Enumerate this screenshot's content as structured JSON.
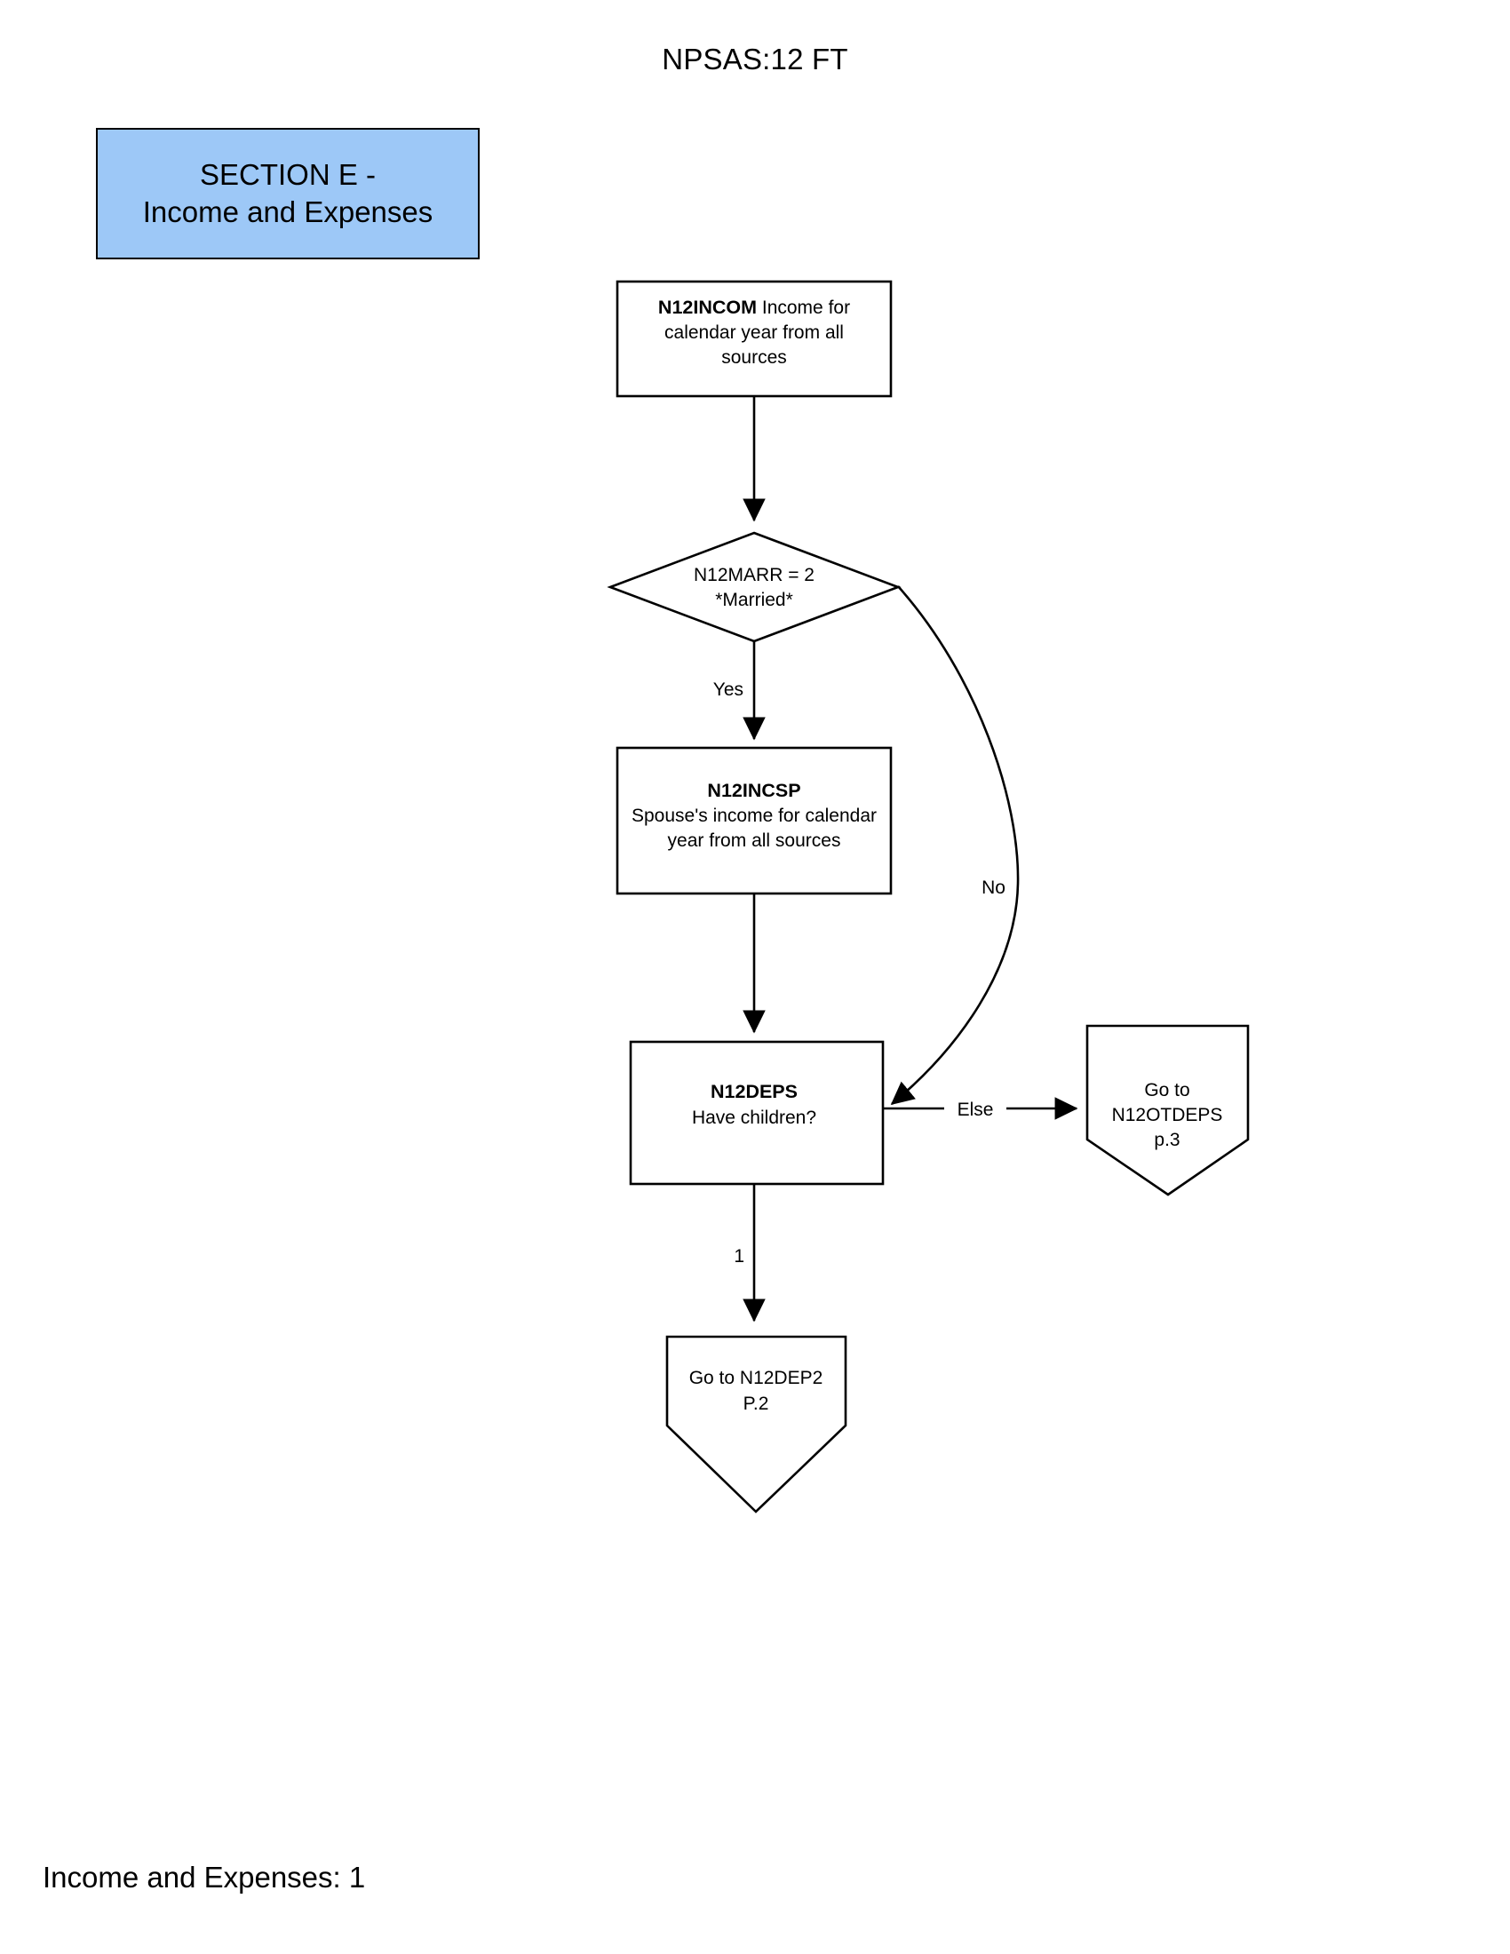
{
  "document": {
    "header_title": "NPSAS:12 FT",
    "footer": "Income and Expenses: 1"
  },
  "section_banner": {
    "line1": "SECTION E -",
    "line2": "Income and Expenses",
    "fill_color": "#9DC8F7",
    "border_color": "#000000"
  },
  "palette": {
    "process_fill": "#FFFFFF",
    "decision_fill": "#BFBFBF",
    "terminator_fill": "#BFBFBF",
    "stroke": "#000000"
  },
  "flowchart": {
    "type": "flowchart",
    "nodes": [
      {
        "id": "N12INCOM",
        "shape": "process",
        "code": "N12INCOM",
        "text": "Income for",
        "lines": [
          "N12INCOM Income for",
          "calendar year from all",
          "sources"
        ],
        "line1_bold": "N12INCOM",
        "line1_rest": " Income for",
        "line2": "calendar year from all",
        "line3": "sources"
      },
      {
        "id": "N12MARR",
        "shape": "decision",
        "line1": "N12MARR = 2",
        "line2": "*Married*"
      },
      {
        "id": "N12INCSP",
        "shape": "process",
        "line1": "N12INCSP",
        "line2": "Spouse's income for calendar",
        "line3": "year from all sources"
      },
      {
        "id": "N12DEPS",
        "shape": "process",
        "line1": "N12DEPS",
        "line2": "Have children?"
      },
      {
        "id": "N12OTDEPS_GOTO",
        "shape": "terminator",
        "line1": "Go to",
        "line2": "N12OTDEPS",
        "line3": "p.3"
      },
      {
        "id": "N12DEP2_GOTO",
        "shape": "terminator",
        "line1": "Go to N12DEP2",
        "line2": "P.2"
      }
    ],
    "edges": [
      {
        "from": "N12INCOM",
        "to": "N12MARR",
        "label": ""
      },
      {
        "from": "N12MARR",
        "to": "N12INCSP",
        "label": "Yes"
      },
      {
        "from": "N12MARR",
        "to": "N12DEPS",
        "label": "No"
      },
      {
        "from": "N12INCSP",
        "to": "N12DEPS",
        "label": ""
      },
      {
        "from": "N12DEPS",
        "to": "N12OTDEPS_GOTO",
        "label": "Else"
      },
      {
        "from": "N12DEPS",
        "to": "N12DEP2_GOTO",
        "label": "1"
      }
    ]
  }
}
